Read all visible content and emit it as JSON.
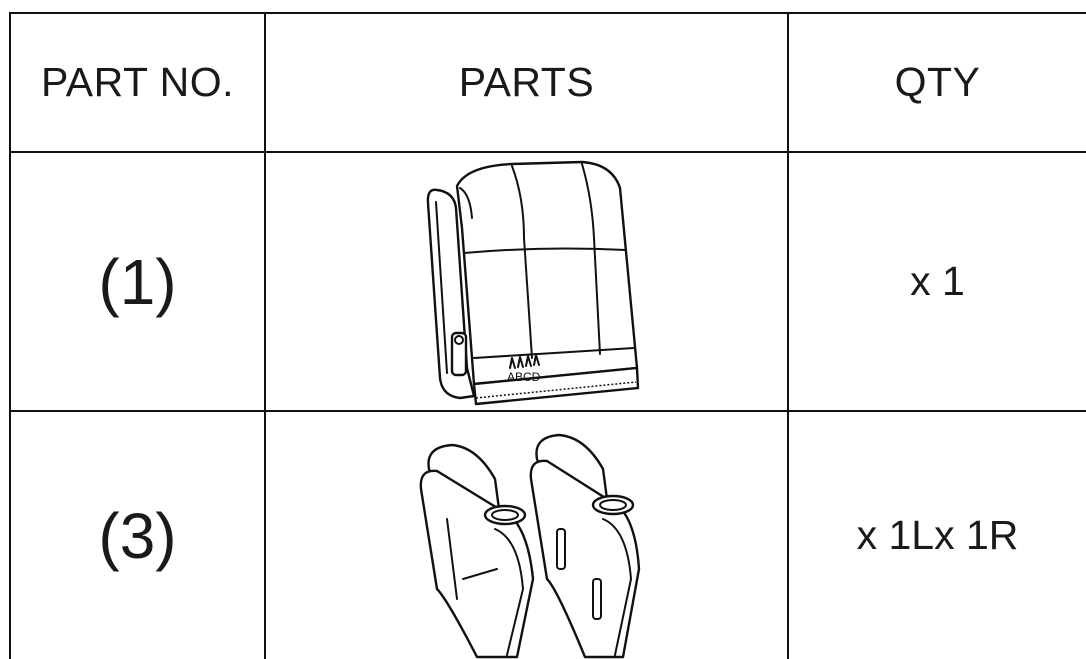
{
  "table": {
    "headers": {
      "part_no": "PART NO.",
      "parts": "PARTS",
      "qty": "QTY"
    },
    "rows": [
      {
        "part_no": "(1)",
        "part_icon": "seat-back-cushion-drawing",
        "qty": "x 1",
        "connector_labels": "ABCD"
      },
      {
        "part_no": "(3)",
        "part_icon": "armrest-pair-drawing",
        "qty": "x 1Lx 1R"
      }
    ]
  }
}
